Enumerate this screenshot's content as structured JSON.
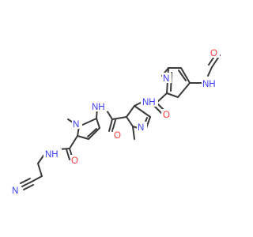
{
  "molecule": {
    "atoms": {
      "n_ring3": "N",
      "nh_ring3": "NH",
      "o_formyl": "O",
      "n_ring2": "N",
      "nh_ring2": "NH",
      "o_amide2": "O",
      "n_ring1": "N",
      "nh_ring1": "NH",
      "o_amide1": "O",
      "nh_tail": "NH",
      "n_nitrile": "N"
    },
    "colors": {
      "bond": "#3a3a3a",
      "nitrogen": "#3a3aff",
      "oxygen": "#ff3a3a",
      "background": "#ffffff"
    }
  }
}
